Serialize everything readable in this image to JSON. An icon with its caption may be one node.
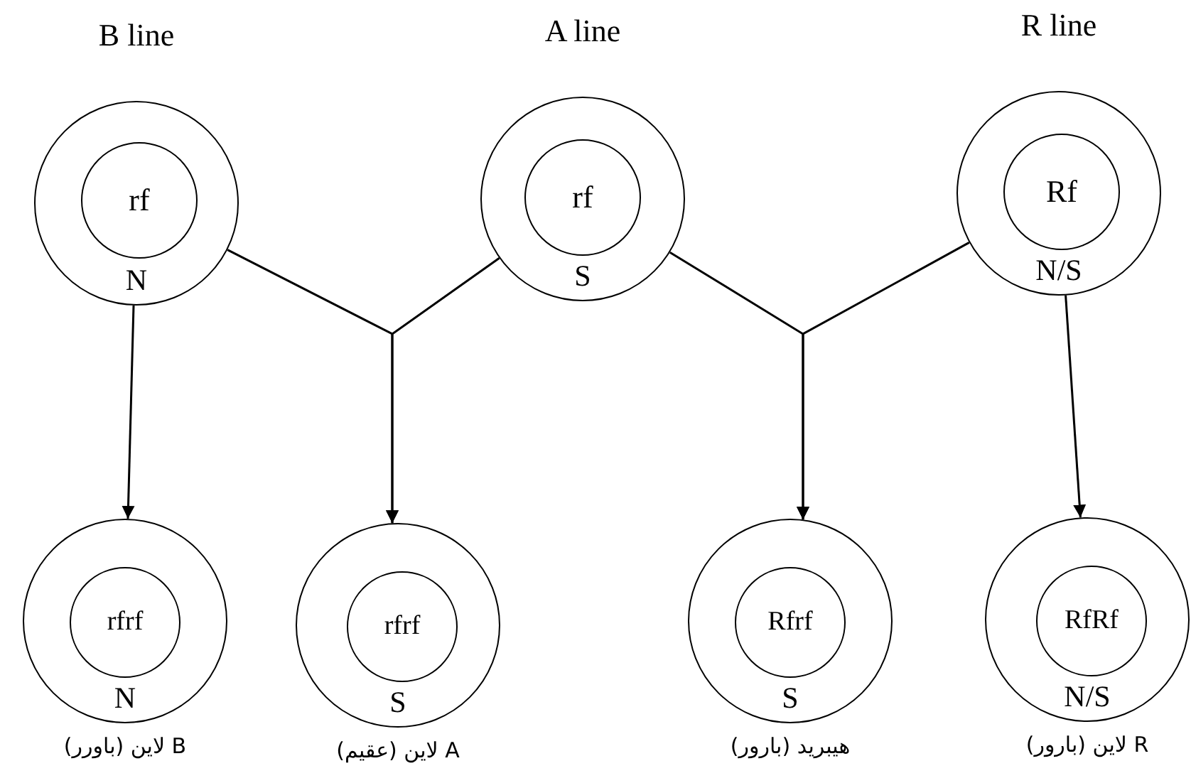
{
  "diagram": {
    "nodes": [
      {
        "text": [
          "B line",
          "N"
        ]
      },
      {
        "text": [
          "rf"
        ],
        "in": 0
      },
      {
        "text": [
          "A line",
          "S"
        ]
      },
      {
        "text": [
          "rf"
        ],
        "in": 2
      },
      {
        "text": [
          "R line",
          "N/S"
        ]
      },
      {
        "text": [
          "Rf"
        ],
        "in": 4
      },
      {
        "text": [
          "N"
        ],
        "beside": [
          "B لاین (باورر)"
        ]
      },
      {
        "text": [
          "rfrf"
        ],
        "in": 6
      },
      {
        "text": [
          "S"
        ],
        "beside": [
          "A لاین (عقیم)"
        ]
      },
      {
        "text": [
          "rfrf"
        ],
        "in": 8
      },
      {
        "text": [
          "S"
        ],
        "beside": [
          "هیبرید (بارور)"
        ]
      },
      {
        "text": [
          "Rfrf"
        ],
        "in": 10
      },
      {
        "text": [
          "N/S"
        ],
        "beside": [
          "R لاین (بارور)"
        ]
      },
      {
        "text": [
          "RfRf"
        ],
        "in": 12
      }
    ],
    "edges": [
      {
        "from": 0,
        "to": 6,
        "arrow": "to"
      },
      {
        "from": 0,
        "to": 8,
        "arrow": "to"
      },
      {
        "from": 2,
        "to": 8,
        "arrow": "to"
      },
      {
        "from": 2,
        "to": 10,
        "arrow": "to"
      },
      {
        "from": 4,
        "to": 10,
        "arrow": "to"
      },
      {
        "from": 4,
        "to": 12,
        "arrow": "to"
      }
    ]
  }
}
